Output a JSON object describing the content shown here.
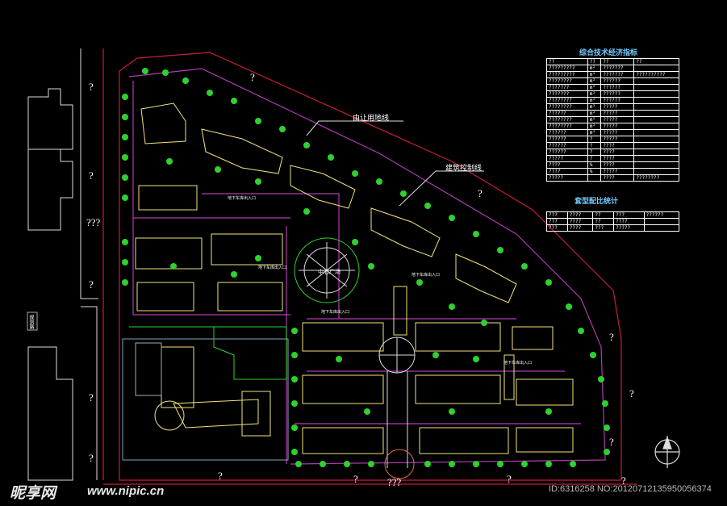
{
  "labels": {
    "road_red_line": "由让用地线",
    "building_line": "建筑控制线",
    "center_plaza": "中心广场",
    "bottom_road": "???",
    "left_road": "???",
    "left_label": "规划路"
  },
  "small_labels": [
    "地下车库出入口",
    "地下车库出入口",
    "地下车库出入口",
    "地下车库出入口",
    "地下车库出入口"
  ],
  "question_marks": [
    "?",
    "?",
    "?",
    "?",
    "?",
    "?",
    "?",
    "?",
    "?",
    "?",
    "?",
    "?",
    "?",
    "?"
  ],
  "table1": {
    "title": "综合技术经济指标",
    "header": [
      "??",
      "??",
      "??",
      "??"
    ],
    "rows": [
      [
        "?????????",
        "m²",
        "???????",
        ""
      ],
      [
        "?????????",
        "m²",
        "???????",
        "??????????"
      ],
      [
        "????????",
        "m²",
        "??????",
        ""
      ],
      [
        "???????",
        "m²",
        "??????",
        ""
      ],
      [
        "???????",
        "m²",
        "??????",
        ""
      ],
      [
        "????????",
        "m²",
        "??????",
        ""
      ],
      [
        "????????",
        "m²",
        "?????",
        ""
      ],
      [
        "??????",
        "m²",
        "?????",
        ""
      ],
      [
        "????????",
        "m²",
        "?????",
        ""
      ],
      [
        "????????",
        "m²",
        "?????",
        ""
      ],
      [
        "??????",
        "m²",
        "?????",
        ""
      ],
      [
        "??????",
        "?",
        "?????",
        ""
      ],
      [
        "??????",
        "?",
        "????",
        ""
      ],
      [
        "??????",
        "?",
        "????",
        ""
      ],
      [
        "?????",
        "?",
        "????",
        ""
      ],
      [
        "????",
        "%",
        "????",
        ""
      ],
      [
        "????",
        "%",
        "?????",
        ""
      ],
      [
        "?????",
        "",
        "????",
        "????????"
      ]
    ]
  },
  "table2": {
    "title": "套型配比统计",
    "rows": [
      [
        "???",
        "????",
        "??",
        "???",
        "??????"
      ],
      [
        "???",
        "????",
        "??",
        "????",
        ""
      ],
      [
        "???",
        "????",
        "???",
        "?????",
        ""
      ]
    ]
  },
  "watermark": {
    "logo": "昵享网",
    "url": "www.nipic.cn",
    "id": "ID:6316258 NO:20120712135950056374"
  },
  "colors": {
    "background": "#000000",
    "road_red": "#c81e3a",
    "building_yellow": "#f2e47c",
    "tree_green": "#2fd12f",
    "road_magenta": "#b03cb0",
    "path_white": "#e6e6e6"
  }
}
